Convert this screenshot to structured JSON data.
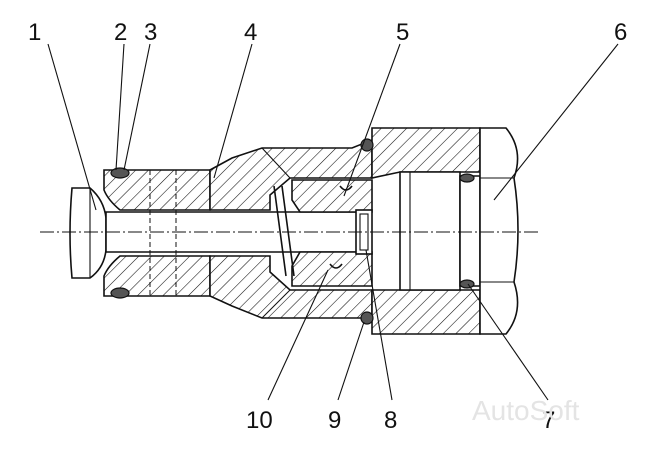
{
  "diagram": {
    "callouts": [
      {
        "id": "c1",
        "text": "1"
      },
      {
        "id": "c2",
        "text": "2"
      },
      {
        "id": "c3",
        "text": "3"
      },
      {
        "id": "c4",
        "text": "4"
      },
      {
        "id": "c5",
        "text": "5"
      },
      {
        "id": "c6",
        "text": "6"
      },
      {
        "id": "c7",
        "text": "7"
      },
      {
        "id": "c8",
        "text": "8"
      },
      {
        "id": "c9",
        "text": "9"
      },
      {
        "id": "c10",
        "text": "10"
      }
    ],
    "watermark": "AutoSoft"
  }
}
